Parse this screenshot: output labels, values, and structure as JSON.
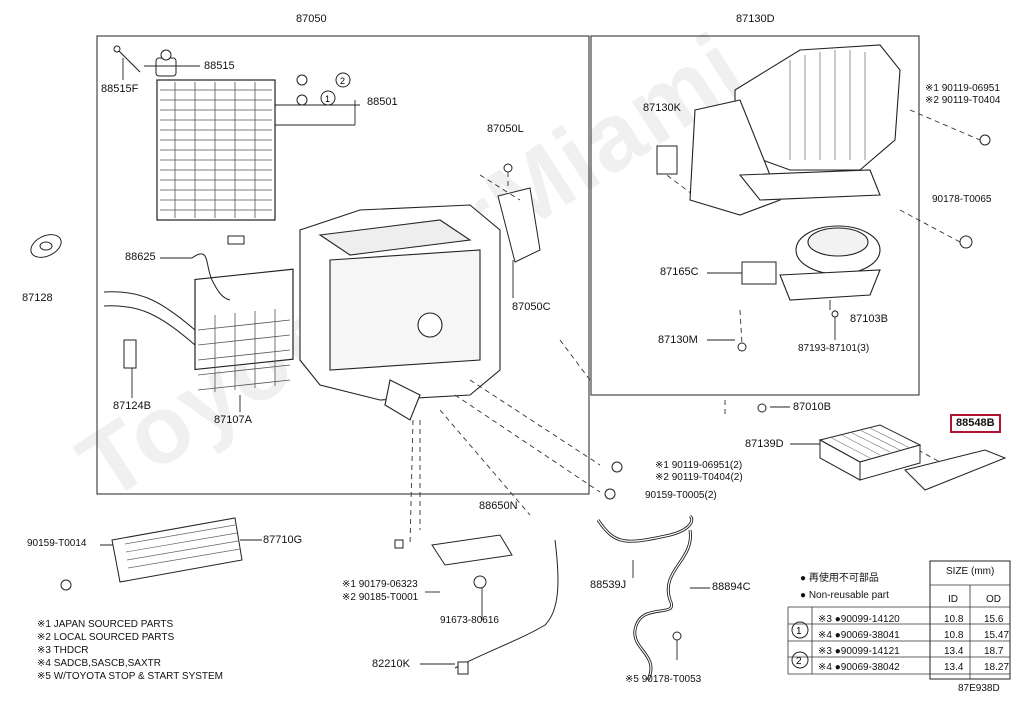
{
  "watermark": "ToyotaCarMiami",
  "highlight_color": "#b0122f",
  "groups": {
    "g87050": "87050",
    "g87130d": "87130D"
  },
  "parts": {
    "p88515": "88515",
    "p88515f": "88515F",
    "p88501": "88501",
    "p87128": "87128",
    "p88625": "88625",
    "p87124b": "87124B",
    "p87107a": "87107A",
    "p87050l": "87050L",
    "p87050c": "87050C",
    "p87130k": "87130K",
    "p87165c": "87165C",
    "p87130m": "87130M",
    "p87103b": "87103B",
    "p87193": "87193-87101(3)",
    "p90119_a": "※1 90119-06951",
    "p90119_b": "※2 90119-T0404",
    "p90178_t0065": "90178-T0065",
    "p87010b": "87010B",
    "p87139d": "87139D",
    "p88548b": "88548B",
    "p90119_c": "※1 90119-06951(2)",
    "p90119_d": "※2 90119-T0404(2)",
    "p90159_t0005": "90159-T0005(2)",
    "p90159_t0014": "90159-T0014",
    "p87710g": "87710G",
    "p88650n": "88650N",
    "p90179": "※1 90179-06323",
    "p90185": "※2 90185-T0001",
    "p91673": "91673-80616",
    "p82210k": "82210K",
    "p88539j": "88539J",
    "p88894c": "88894C",
    "p90178_t0053": "※5 90178-T0053"
  },
  "notes": [
    "※1 JAPAN SOURCED PARTS",
    "※2 LOCAL SOURCED PARTS",
    "※3 THDCR",
    "※4 SADCB,SASCB,SAXTR",
    "※5 W/TOYOTA STOP & START SYSTEM"
  ],
  "legend": {
    "reuse_jp": "● 再使用不可部品",
    "reuse_en": "● Non-reusable part"
  },
  "size_table": {
    "title": "SIZE (mm)",
    "id_label": "ID",
    "od_label": "OD",
    "rows": [
      {
        "group": "1",
        "part": "※3 ●90099-14120",
        "id": "10.8",
        "od": "15.6"
      },
      {
        "group": "",
        "part": "※4 ●90069-38041",
        "id": "10.8",
        "od": "15.47"
      },
      {
        "group": "2",
        "part": "※3 ●90099-14121",
        "id": "13.4",
        "od": "18.7"
      },
      {
        "group": "",
        "part": "※4 ●90069-38042",
        "id": "13.4",
        "od": "18.27"
      }
    ]
  },
  "callouts": {
    "c1": "1",
    "c2": "2"
  },
  "diagram_id": "87E938D"
}
